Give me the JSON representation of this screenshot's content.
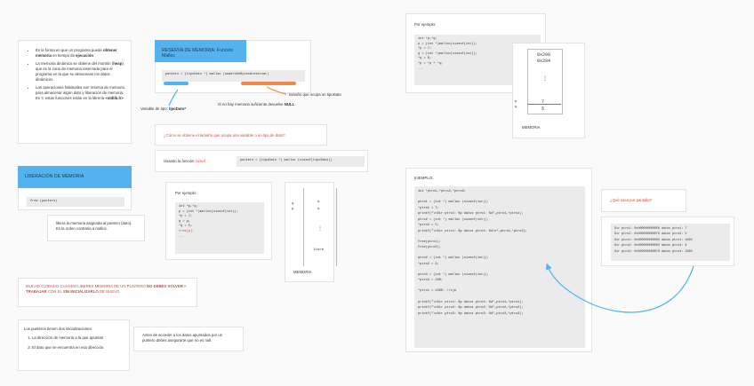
{
  "intro": {
    "bullets": [
      [
        "Es la forma en que un programa puede ",
        {
          "b": "obtener memoria"
        },
        " en tiempo de ",
        {
          "b": "ejecución"
        },
        "."
      ],
      [
        "La memoria dinámica se obtiene del montón (",
        {
          "b": "heap"
        },
        "), que es la zona de memoria reservada para el programa en la que se almacenan los datos dinámicos."
      ],
      [
        "Las operaciones habituales son reserva de memoria para almacenar algún dato y liberación de memoria. En C estas funciones están en la librería ",
        {
          "b": "<stdlib.h>"
        }
      ]
    ]
  },
  "reserva": {
    "title": "RESERVA DE MEMORIA: Función Malloc",
    "code_a": "puntero = (tipoDato *) malloc (",
    "code_b": "numeroDeBytesAreservar",
    "code_c": ")",
    "note_tipo_prefix": "Variable de tipo: ",
    "note_tipo_bold": "tipoDato*",
    "note_null_prefix": "Si no hay memoria suficiente devuelve ",
    "note_null_bold": "NULL",
    "note_tam": "tamaño que ocupa un tipoDato"
  },
  "question1": "¿Cómo se obtiene el tamaño que ocupa una variable o un tipo de dato?",
  "sizeof_box": {
    "label_prefix": "Usando la función ",
    "label_fn": "sizeof",
    "code": "puntero = (tipoDato *) malloc (sizeof(tipoDato))"
  },
  "liberacion": {
    "title": "LIBERACIÓN DE MEMORIA",
    "code": "free (puntero)",
    "note": "libera la memoria asignada al puntero (dato). Es la orden contraria a malloc."
  },
  "ejemplo_small": {
    "label": "Por ejemplo:",
    "lines": [
      "int *p,*q;",
      "p = (int *)malloc(sizeof(int));",
      "*p = 7;",
      "q = p;",
      "*q = 5;",
      "free(p);",
      "..."
    ],
    "mem_left": [
      "q",
      "p"
    ],
    "mem_right": [
      "Δ",
      "Δ"
    ],
    "mem_dots": "⋮",
    "mem_libre": "libre",
    "mem_label": "MEMORIA"
  },
  "warning": {
    "p1": "MUCHO CUIDADO CUANDO LIBERES MEMORIA DE UN PUNTERO ",
    "b1": "NO DEBES VOLVER",
    "p2": " A ",
    "b2": "TRABAJAR",
    "p3": " CON EL ",
    "b3": "SIN INICIALIZARLO",
    "p4": " DE NUEVO."
  },
  "init": {
    "title": "Los punteros tienen dos inicializaciones:",
    "items": [
      "La dirección de memoria a la que apuntan",
      "El dato que se encuentra en esa dirección."
    ],
    "note": "Antes de acceder a los datos apuntados por un puntero debes asegurarte que no es null."
  },
  "ejemplo_top": {
    "label": "Por ejemplo:",
    "lines": [
      "int *p,*q;",
      "p = (int *)malloc(sizeof(int));",
      "*p = 7;",
      "q = (int *)malloc(sizeof(int));",
      "*q = 5;",
      "*p = *p + *q;",
      "..."
    ],
    "mem_addr1": "0x200",
    "mem_addr2": "0x204",
    "mem_left": [
      "p",
      "q"
    ],
    "mem_vals": [
      "7",
      "5"
    ],
    "mem_label": "MEMORIA"
  },
  "ejemplo_big": {
    "label": "EJEMPLO:",
    "lines": [
      "int *ptro1,*ptro2,*ptro3;",
      "",
      "ptro1 = (int *) malloc (sizeof(int));",
      "*ptro1 = 7;",
      "printf(\"\\nDir ptro1: %p datos ptro1: %d\",ptro1,*ptro1);",
      "ptro2 = (int *) malloc (sizeof(int));",
      "*ptro2 = 5;",
      "printf(\"\\nDir ptro1: %p datos ptro1: %d\\n\",ptro2,*ptro2);",
      "",
      "free(ptro1);",
      "free(ptro2);",
      "",
      "ptro2 = (int *) malloc (sizeof(int));",
      "*ptro2 = 9;",
      "",
      "ptro3 = (int *) malloc (sizeof(int));",
      "*ptro3 = 200;",
      "",
      "*ptro1 = 1500; //ojo",
      "",
      "printf(\"\\nDir ptro1: %p datos ptro1: %d\",ptro1,*ptro1);",
      "printf(\"\\nDir ptro2: %p datos ptro2: %d\",ptro2,*ptro2);",
      "printf(\"\\nDir ptro3: %p datos ptro3: %d\",ptro3,*ptro3);"
    ]
  },
  "output": {
    "question": "¿Qué saca por pantalla?",
    "lines": [
      "Dir ptro1: 0x000000000050 datos ptro1: 7",
      "Dir ptro2: 0x000000000070 datos ptro2: 5",
      "Dir ptro1: 0x000000000050 datos ptro1: 1500",
      "Dir ptro2: 0x000000000050 datos ptro2: 9",
      "Dir ptro3: 0x000000000070 datos ptro3: 1500"
    ]
  },
  "colors": {
    "accent_blue": "#52b3ef",
    "accent_red": "#e2452f",
    "pill_orange": "#f08a4b"
  }
}
